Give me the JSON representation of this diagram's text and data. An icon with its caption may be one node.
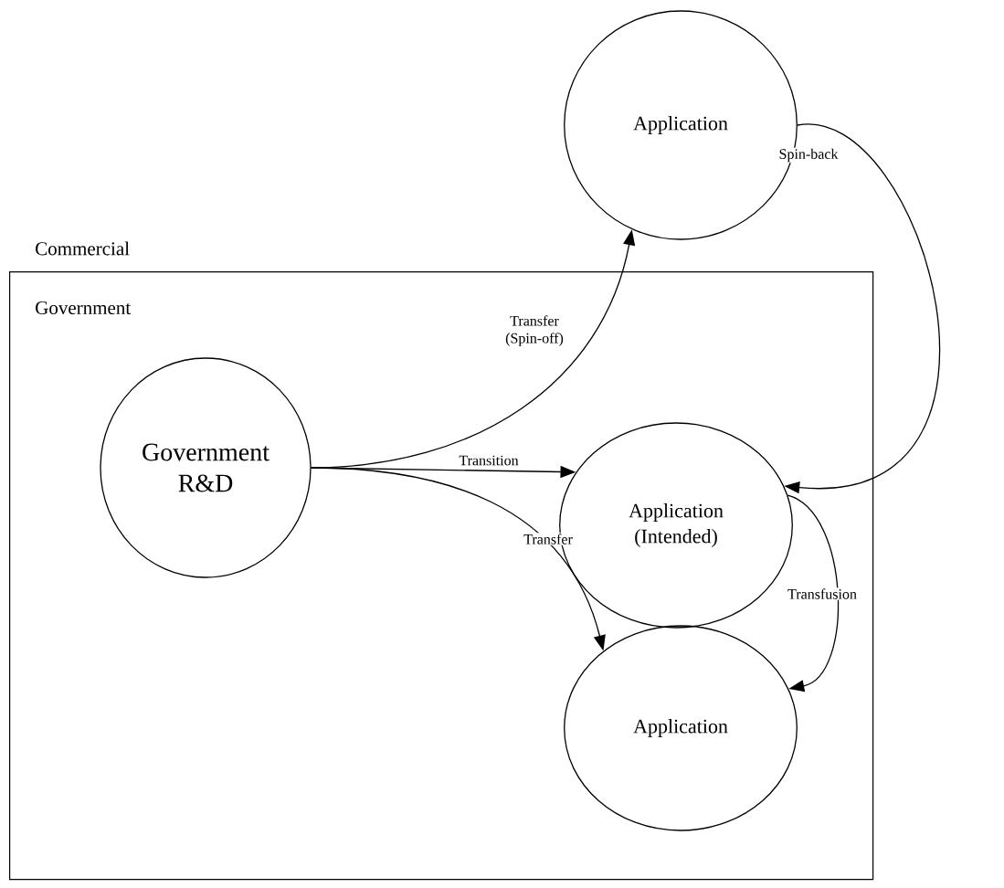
{
  "diagram": {
    "nodes": [
      {
        "text": [
          "Government"
        ]
      },
      {
        "text": [
          "Government R&D"
        ],
        "in": 0
      },
      {
        "text": [
          "Application"
        ]
      },
      {
        "text": [
          "Application (Intended)"
        ],
        "in": 0
      },
      {
        "text": [
          "Application"
        ],
        "in": 0
      }
    ],
    "edges": [
      {
        "from": 1,
        "to": 2,
        "arrow": "to",
        "label": "Transfer (Spin-off)"
      },
      {
        "from": 1,
        "to": 3,
        "arrow": "to",
        "label": "Transition"
      },
      {
        "from": 1,
        "to": 4,
        "arrow": "to",
        "label": "Transfer"
      },
      {
        "from": 2,
        "to": 3,
        "arrow": "to",
        "label": "Spin-back"
      },
      {
        "from": 3,
        "to": 4,
        "arrow": "to",
        "label": "Transfusion"
      }
    ],
    "labels": [
      "Commercial"
    ]
  }
}
